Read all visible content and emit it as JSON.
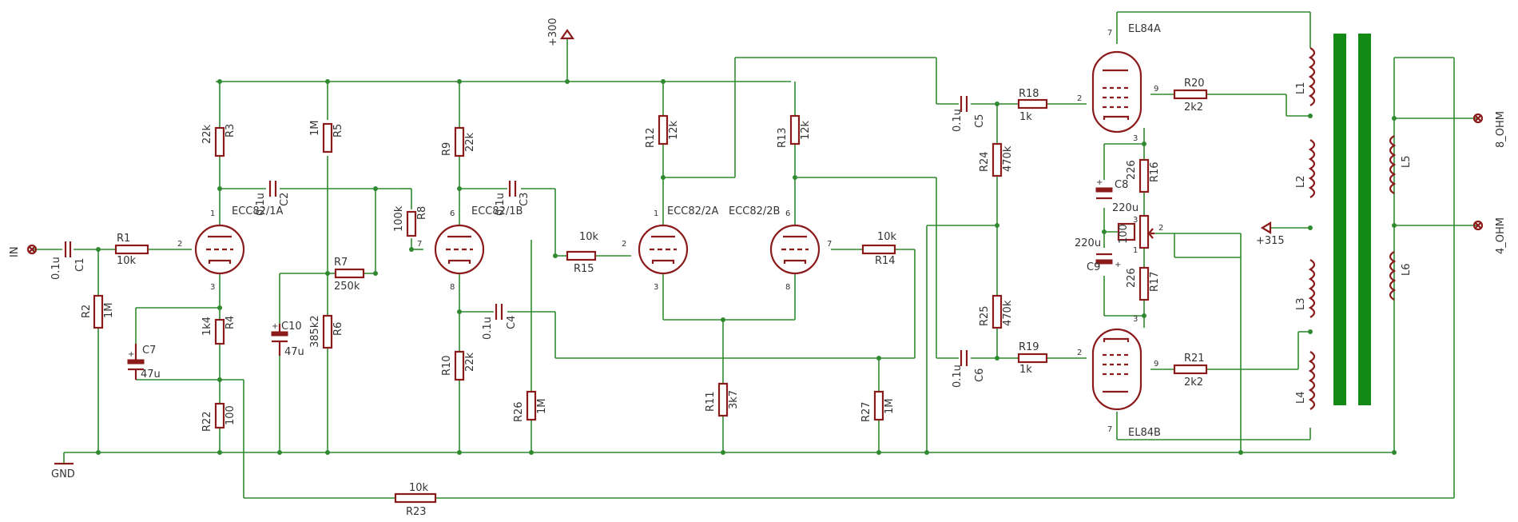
{
  "colors": {
    "wire": "#2f8a2f",
    "part": "#8b1a1a",
    "core": "#138a13",
    "text": "#333333"
  },
  "nets": {
    "supply": "+300",
    "screen": "+315",
    "ground": "GND",
    "input": "IN",
    "out8": "8_OHM",
    "out4": "4_OHM"
  },
  "resistors": [
    {
      "ref": "R1",
      "value": "10k"
    },
    {
      "ref": "R2",
      "value": "1M"
    },
    {
      "ref": "R3",
      "value": "22k"
    },
    {
      "ref": "R4",
      "value": "1k4"
    },
    {
      "ref": "R5",
      "value": "1M"
    },
    {
      "ref": "R6",
      "value": "385k2"
    },
    {
      "ref": "R7",
      "value": "250k"
    },
    {
      "ref": "R8",
      "value": "100k"
    },
    {
      "ref": "R9",
      "value": "22k"
    },
    {
      "ref": "R10",
      "value": "22k"
    },
    {
      "ref": "R11",
      "value": "3k7"
    },
    {
      "ref": "R12",
      "value": "12k"
    },
    {
      "ref": "R13",
      "value": "12k"
    },
    {
      "ref": "R14",
      "value": "10k"
    },
    {
      "ref": "R15",
      "value": "10k"
    },
    {
      "ref": "R16",
      "value": "226"
    },
    {
      "ref": "R17",
      "value": "226"
    },
    {
      "ref": "R18",
      "value": "1k"
    },
    {
      "ref": "R19",
      "value": "1k"
    },
    {
      "ref": "R20",
      "value": "2k2"
    },
    {
      "ref": "R21",
      "value": "2k2"
    },
    {
      "ref": "R22",
      "value": "100"
    },
    {
      "ref": "R23",
      "value": "10k"
    },
    {
      "ref": "R24",
      "value": "470k"
    },
    {
      "ref": "R25",
      "value": "470k"
    },
    {
      "ref": "R26",
      "value": "1M"
    },
    {
      "ref": "R27",
      "value": "1M"
    }
  ],
  "capacitors": [
    {
      "ref": "C1",
      "value": "0.1u"
    },
    {
      "ref": "C2",
      "value": "0.1u"
    },
    {
      "ref": "C3",
      "value": "0.1u"
    },
    {
      "ref": "C4",
      "value": "0.1u"
    },
    {
      "ref": "C5",
      "value": "0.1u"
    },
    {
      "ref": "C6",
      "value": "0.1u"
    },
    {
      "ref": "C7",
      "value": "47u"
    },
    {
      "ref": "C8",
      "value": "220u"
    },
    {
      "ref": "C9",
      "value": "220u"
    },
    {
      "ref": "C10",
      "value": "47u"
    }
  ],
  "tubes": [
    {
      "ref": "ECC82/1A"
    },
    {
      "ref": "ECC82/1B"
    },
    {
      "ref": "ECC82/2A"
    },
    {
      "ref": "ECC82/2B"
    },
    {
      "ref": "EL84A"
    },
    {
      "ref": "EL84B"
    }
  ],
  "trim": {
    "value": "100"
  },
  "inductors": [
    "L1",
    "L2",
    "L3",
    "L4",
    "L5",
    "L6"
  ],
  "pins": {
    "p1": "1",
    "p2": "2",
    "p3": "3",
    "p6": "6",
    "p7": "7",
    "p8": "8",
    "p9": "9"
  }
}
